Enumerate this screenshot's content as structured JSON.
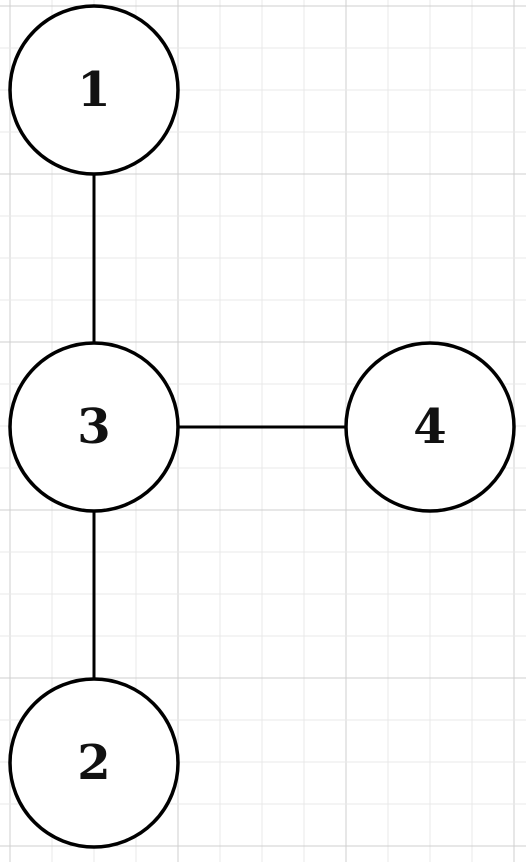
{
  "graph": {
    "nodes": [
      {
        "id": "n1",
        "label": "1"
      },
      {
        "id": "n3",
        "label": "3"
      },
      {
        "id": "n4",
        "label": "4"
      },
      {
        "id": "n2",
        "label": "2"
      }
    ],
    "edges": [
      {
        "from": "n1",
        "to": "n3"
      },
      {
        "from": "n3",
        "to": "n4"
      },
      {
        "from": "n3",
        "to": "n2"
      }
    ]
  },
  "colors": {
    "background": "#ffffff",
    "grid_major": "#cfcfcf",
    "grid_minor": "#e8e8e8",
    "stroke": "#000000"
  }
}
